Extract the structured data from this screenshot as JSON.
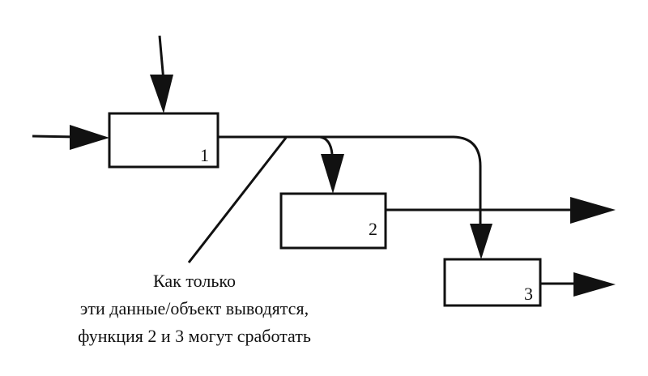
{
  "diagram": {
    "boxes": [
      {
        "id": "box-1",
        "label": "1"
      },
      {
        "id": "box-2",
        "label": "2"
      },
      {
        "id": "box-3",
        "label": "3"
      }
    ],
    "annotation": {
      "lines": [
        "Как только",
        "эти данные/объект выводятся,",
        "функция 2 и 3 могут сработать"
      ]
    },
    "colors": {
      "stroke": "#111111",
      "background": "#ffffff"
    }
  }
}
